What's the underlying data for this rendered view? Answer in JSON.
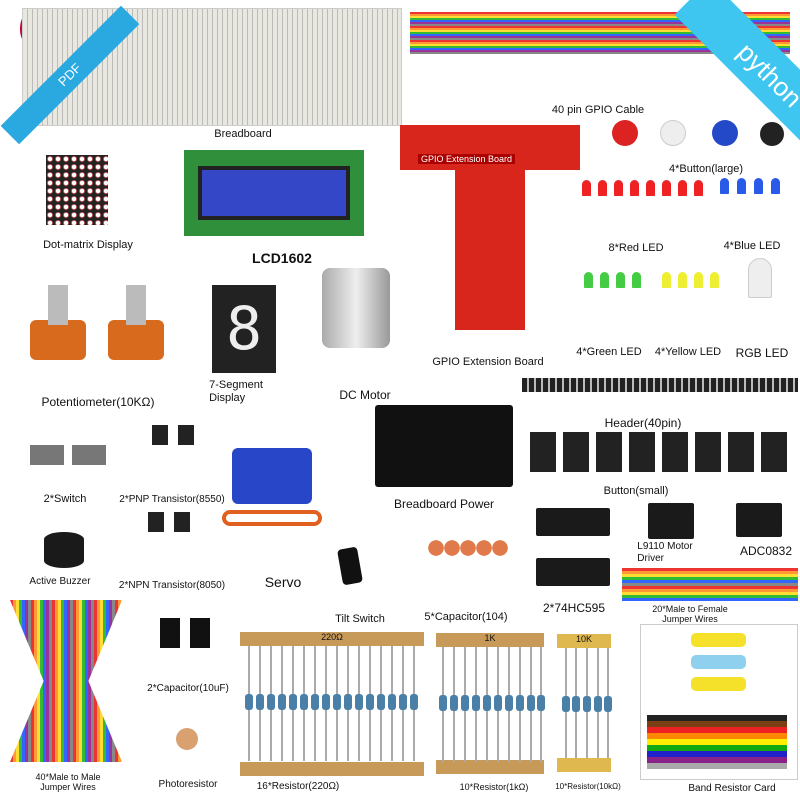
{
  "corner_badges": {
    "left": "PDF",
    "right": "python",
    "left_color": "#2aa8e0",
    "right_color": "#3fc6f0"
  },
  "labels": {
    "breadboard": "Breadboard",
    "gpio_cable": "40 pin GPIO Cable",
    "button_large": "4*Button(large)",
    "gpio_board_print": "GPIO Extension Board",
    "dot_matrix": "Dot-matrix Display",
    "lcd": "LCD1602",
    "red_led": "8*Red LED",
    "blue_led": "4*Blue LED",
    "green_led": "4*Green LED",
    "yellow_led": "4*Yellow LED",
    "rgb_led": "RGB LED",
    "gpio_board": "GPIO Extension Board",
    "potentiometer": "Potentiometer(10KΩ)",
    "seven_segment_line1": "7-Segment",
    "seven_segment_line2": "Display",
    "dc_motor": "DC Motor",
    "header": "Header(40pin)",
    "switch": "2*Switch",
    "pnp": "2*PNP Transistor(8550)",
    "breadboard_power": "Breadboard Power",
    "button_small": "Button(small)",
    "l9110_line1": "L9110 Motor",
    "l9110_line2": "Driver",
    "adc": "ADC0832",
    "buzzer": "Active Buzzer",
    "npn": "2*NPN Transistor(8050)",
    "servo": "Servo",
    "tilt": "Tilt Switch",
    "cap104": "5*Capacitor(104)",
    "shift_reg": "2*74HC595",
    "mf_wires_line1": "20*Male to Female",
    "mf_wires_line2": "Jumper Wires",
    "cap10uf": "2*Capacitor(10uF)",
    "mm_wires_line1": "40*Male to Male",
    "mm_wires_line2": "Jumper Wires",
    "photoresistor": "Photoresistor",
    "r220": "16*Resistor(220Ω)",
    "r1k": "10*Resistor(1kΩ)",
    "r10k": "10*Resistor(10kΩ)",
    "resistor_card": "Band Resistor Card",
    "tape_220": "220Ω",
    "tape_1k": "1K",
    "tape_10k": "10K"
  }
}
